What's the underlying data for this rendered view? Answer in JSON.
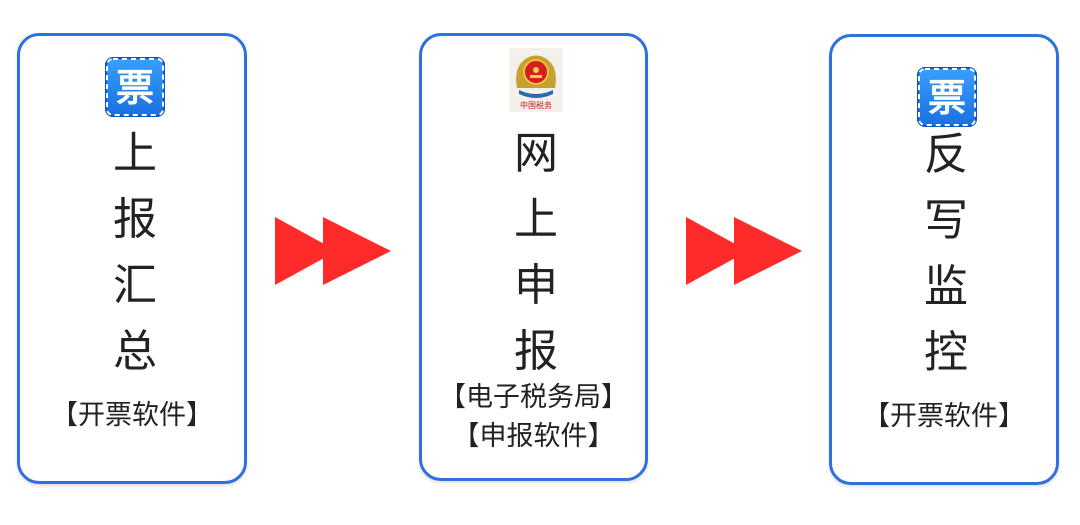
{
  "steps": [
    {
      "title_chars": [
        "上",
        "报",
        "汇",
        "总"
      ],
      "lines": [
        "【开票软件】"
      ],
      "icon": "invoice-icon"
    },
    {
      "title_chars": [
        "网",
        "上",
        "申",
        "报"
      ],
      "lines": [
        "【电子税务局】",
        "【申报软件】"
      ],
      "icon": "tax-emblem-icon"
    },
    {
      "title_chars": [
        "反",
        "写",
        "监",
        "控"
      ],
      "lines": [
        "【开票软件】"
      ],
      "icon": "invoice-icon"
    }
  ],
  "icon_text": {
    "invoice": "票",
    "emblem_caption": "中国税务"
  },
  "colors": {
    "card_border": "#2f6fe0",
    "arrow": "#ff2a2a",
    "invoice_icon": "#1a6fe0",
    "text": "#222222"
  }
}
